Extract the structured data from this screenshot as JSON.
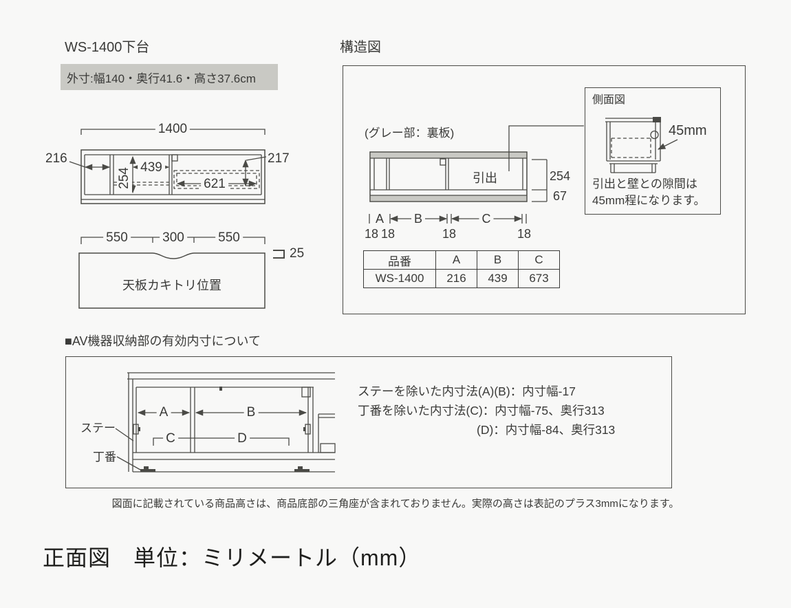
{
  "page": {
    "footer_note": "図面に記載されている商品高さは、商品底部の三角座が含まれておりません。実際の高さは表記のプラス3mmになります。",
    "bottom_title": "正面図　単位：ミリメートル（mm）",
    "colors": {
      "background": "#f8f8f7",
      "line": "#4a4a46",
      "text": "#3a3a38",
      "highlight": "#c9c9c4"
    }
  },
  "product": {
    "title": "WS-1400下台",
    "outer_dimensions": "外寸:幅140・奥行41.6・高さ37.6cm"
  },
  "front_view": {
    "total_width": "1400",
    "left_section_width": "216",
    "right_section_width": "217",
    "inner_height": "254",
    "middle_section_width": "439",
    "drawer_width": "621"
  },
  "top_cutout": {
    "left_width": "550",
    "center_width": "300",
    "right_width": "550",
    "depth": "25",
    "label": "天板カキトリ位置"
  },
  "structure": {
    "title": "構造図",
    "gray_note": "(グレー部：裏板)",
    "drawer_label": "引出",
    "inner_height": "254",
    "base_height": "67",
    "section_a": "A",
    "section_b": "B",
    "section_c": "C",
    "panel_thickness": [
      "18",
      "18",
      "18",
      "18"
    ],
    "table": {
      "headers": [
        "品番",
        "A",
        "B",
        "C"
      ],
      "rows": [
        [
          "WS-1400",
          "216",
          "439",
          "673"
        ]
      ]
    }
  },
  "side_view": {
    "title": "側面図",
    "gap_label": "45mm",
    "note_line1": "引出と壁との隙間は",
    "note_line2": "45mm程になります。"
  },
  "av_storage": {
    "heading": "■AV機器収納部の有効内寸について",
    "stay_label": "ステー",
    "hinge_label": "丁番",
    "dim_a": "A",
    "dim_b": "B",
    "dim_c": "C",
    "dim_d": "D",
    "note_line1": "ステーを除いた内寸法(A)(B)：内寸幅-17",
    "note_line2": "丁番を除いた内寸法(C)：内寸幅-75、奥行313",
    "note_line3": "(D)：内寸幅-84、奥行313"
  }
}
